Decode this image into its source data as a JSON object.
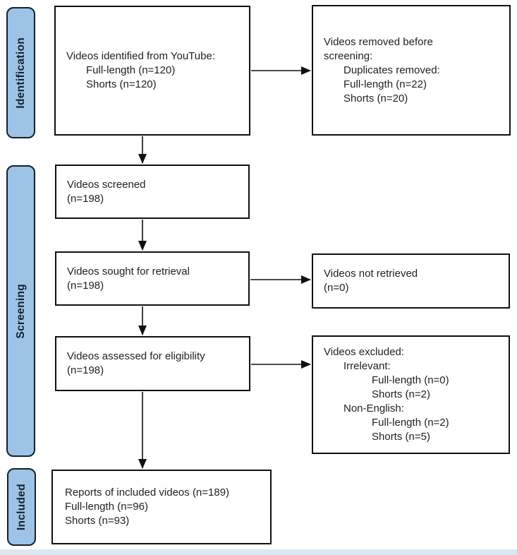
{
  "stages": [
    {
      "label": "Identification"
    },
    {
      "label": "Screening"
    },
    {
      "label": "Included"
    }
  ],
  "colors": {
    "stage_fill": "#9DC3E6",
    "stage_border": "#16202b",
    "box_border": "#101010",
    "text": "#1f1f1f",
    "arrow": "#101010",
    "background": "#ffffff"
  },
  "boxes": {
    "identified": {
      "lines": [
        "Videos identified from YouTube:",
        "Full-length (n=120)",
        "Shorts (n=120)"
      ]
    },
    "removed": {
      "lines": [
        "Videos removed before",
        "screening:",
        "Duplicates removed:",
        "Full-length (n=22)",
        "Shorts (n=20)"
      ]
    },
    "screened": {
      "lines": [
        "Videos screened",
        "(n=198)"
      ]
    },
    "sought": {
      "lines": [
        "Videos sought for retrieval",
        "(n=198)"
      ]
    },
    "not_retrieved": {
      "lines": [
        "Videos not retrieved",
        "(n=0)"
      ]
    },
    "assessed": {
      "lines": [
        "Videos assessed for eligibility",
        "(n=198)"
      ]
    },
    "excluded": {
      "lines": [
        "Videos excluded:",
        "Irrelevant:",
        "Full-length (n=0)",
        "Shorts (n=2)",
        "Non-English:",
        "Full-length (n=2)",
        "Shorts (n=5)"
      ]
    },
    "included_reports": {
      "lines": [
        "Reports of included videos (n=189)",
        "Full-length (n=96)",
        "Shorts (n=93)"
      ]
    }
  }
}
